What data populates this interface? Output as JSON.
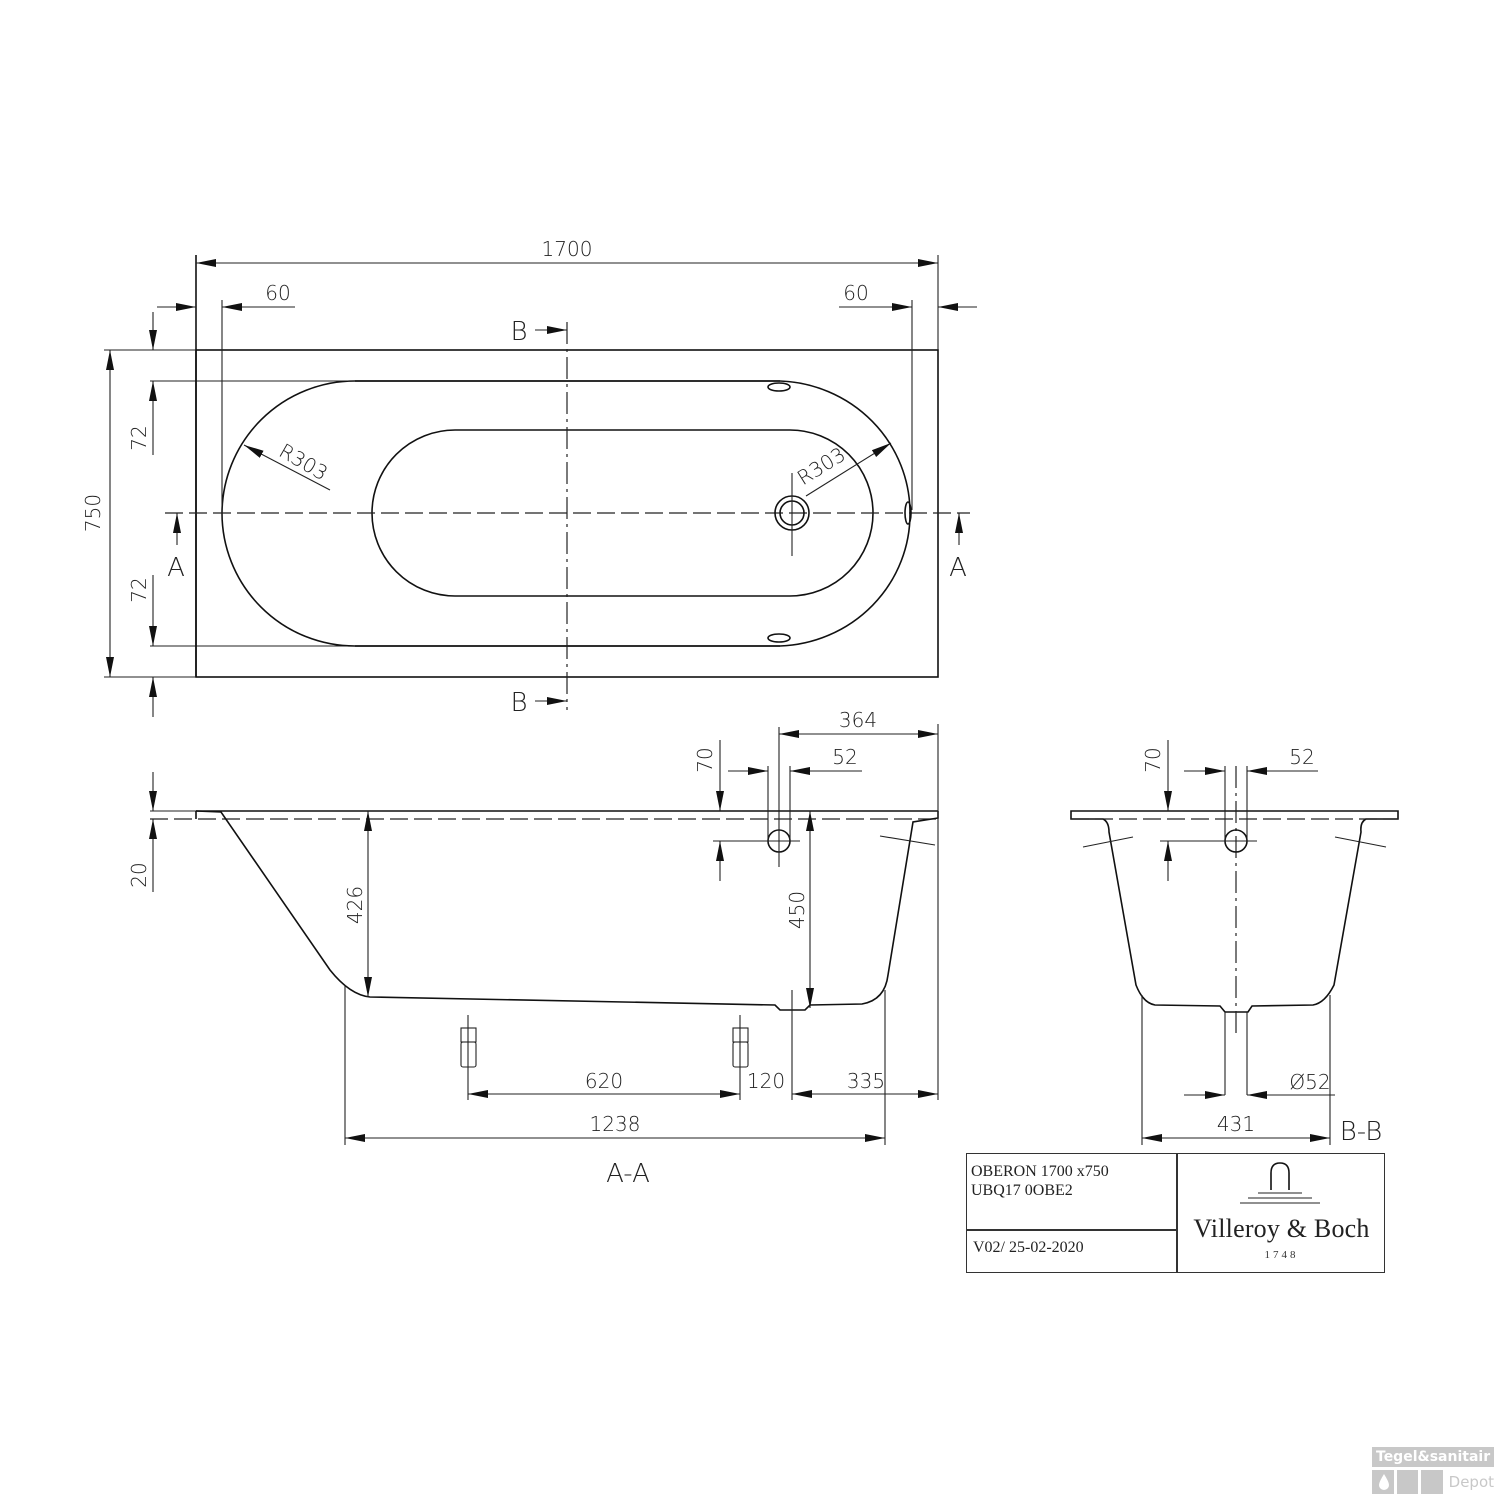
{
  "drawing": {
    "plan_view": {
      "overall_length": "1700",
      "overall_width": "750",
      "left_rim": "60",
      "right_rim": "60",
      "top_rim": "72",
      "bottom_rim": "72",
      "radius_left": "R303",
      "radius_right": "R303",
      "section_a_left": "A",
      "section_a_right": "A",
      "section_b_top": "B",
      "section_b_bottom": "B"
    },
    "section_aa": {
      "label": "A-A",
      "rim_thickness": "20",
      "depth_head_end": "426",
      "depth_drain": "450",
      "overflow_to_end": "364",
      "overflow_diameter": "52",
      "overflow_height": "70",
      "feet_spacing": "620",
      "foot_to_drain": "120",
      "drain_to_end": "335",
      "base_length": "1238"
    },
    "section_bb": {
      "label": "B-B",
      "overflow_height": "70",
      "overflow_diameter": "52",
      "drain_diameter": "Ø52",
      "base_width": "431"
    }
  },
  "title_block": {
    "model": "OBERON 1700 x750",
    "article_number": "UBQ17 0OBE2",
    "version": "V02/ 25-02-2020",
    "brand": "Villeroy & Boch",
    "brand_year": "1748"
  },
  "watermark": {
    "line1": "Tegel&sanitair",
    "line2": "Depot"
  },
  "colors": {
    "line": "#111111",
    "background": "#ffffff",
    "watermark": "#c8c8c8"
  }
}
